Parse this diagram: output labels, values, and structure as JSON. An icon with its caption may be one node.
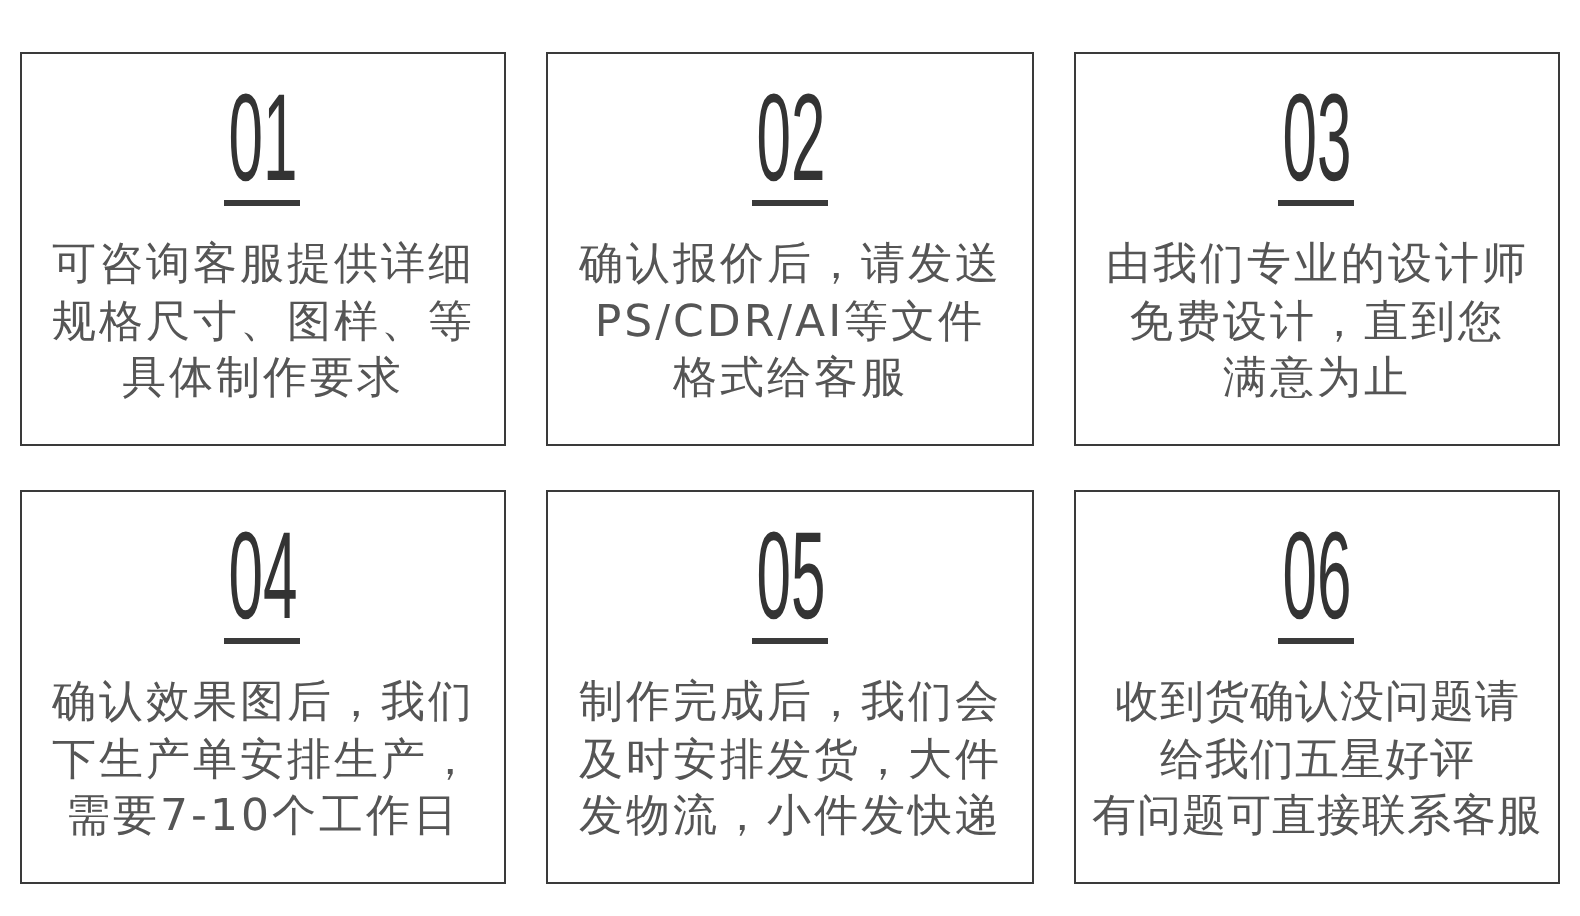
{
  "diagram": {
    "nodes": [
      {
        "text": [
          "01",
          "可咨询客服提供详细规格尺寸、图样、等具体制作要求"
        ]
      },
      {
        "text": [
          "02",
          "确认报价后，请发送PS/CDR/AI等文件格式给客服"
        ]
      },
      {
        "text": [
          "03",
          "由我们专业的设计师免费设计，直到您满意为止"
        ]
      },
      {
        "text": [
          "04",
          "确认效果图后，我们下生产单安排生产，需要7-10个工作日"
        ]
      },
      {
        "text": [
          "05",
          "制作完成后，我们会及时安排发货，大件发物流，小件发快递"
        ]
      },
      {
        "text": [
          "06",
          "收到货确认没问题请给我们五星好评有问题可直接联系客服"
        ]
      }
    ]
  }
}
